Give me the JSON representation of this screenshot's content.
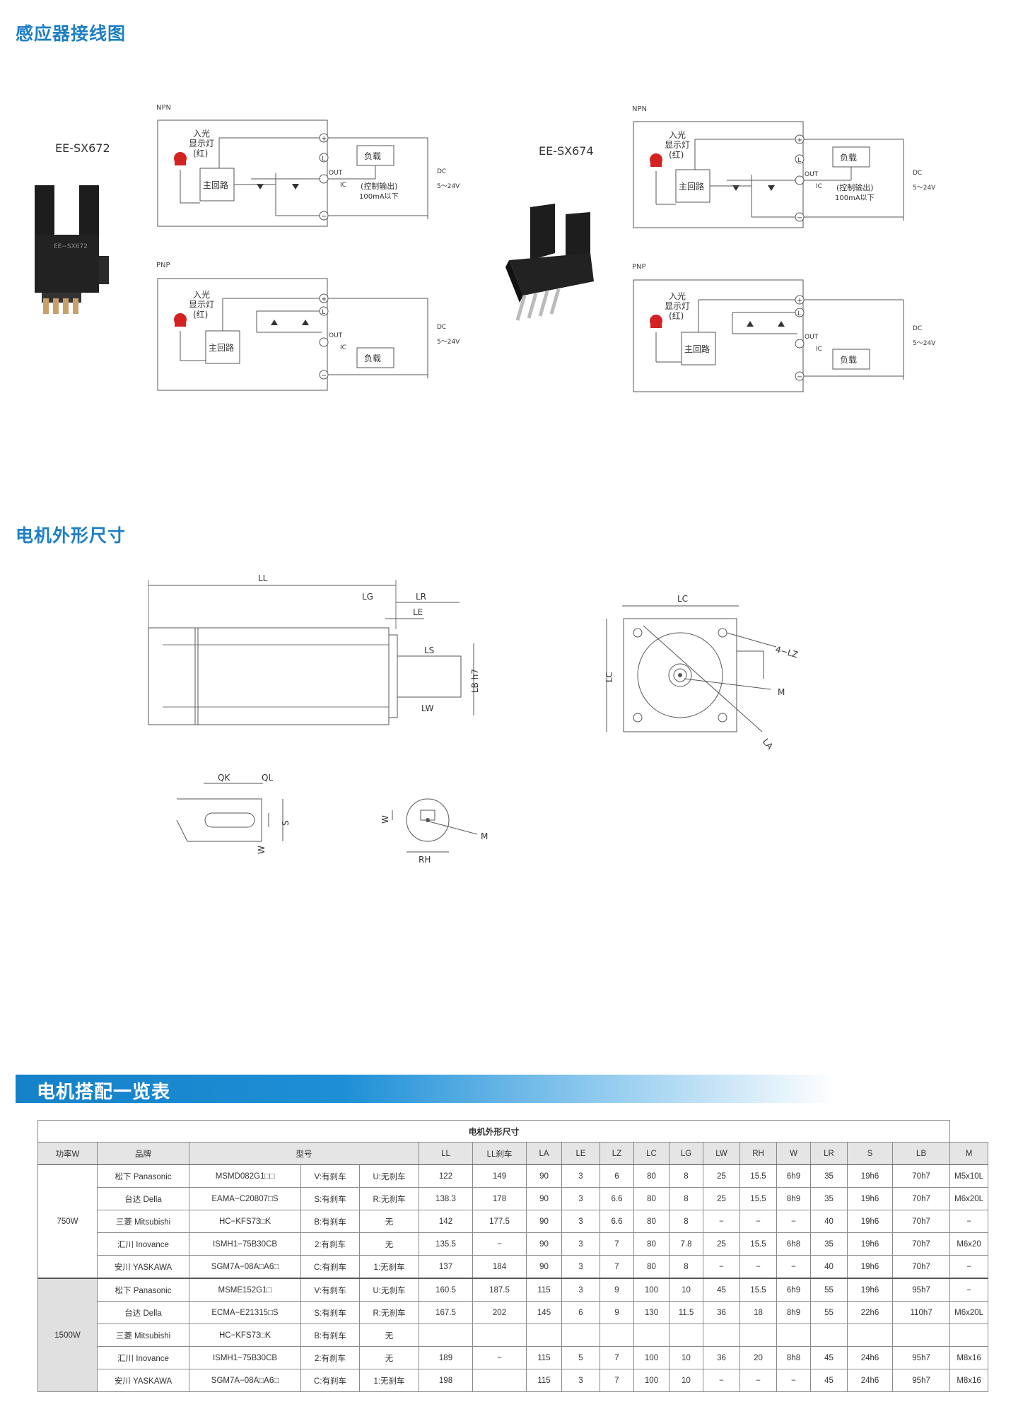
{
  "sections": {
    "sensor_title": "感应器接线图",
    "motor_dim_title": "电机外形尺寸",
    "table_banner": "电机搭配一览表"
  },
  "sensors": {
    "left_model": "EE-SX672",
    "right_model": "EE-SX674",
    "npn": "NPN",
    "pnp": "PNP",
    "light_on": "入光",
    "indicator": "显示灯",
    "red": "(红)",
    "main_circuit": "主回路",
    "load": "负载",
    "out": "OUT",
    "ic": "IC",
    "control_output": "(控制输出)",
    "current_limit": "100mA以下",
    "dc": "DC",
    "voltage": "5～24V",
    "plus": "+",
    "minus": "−",
    "l_mark": "L"
  },
  "dimensions": {
    "LL": "LL",
    "LG": "LG",
    "LR": "LR",
    "LE": "LE",
    "LS": "LS",
    "LW": "LW",
    "LB": "LB h7",
    "LC": "LC",
    "LZ": "4−LZ",
    "M": "M",
    "LA": "LA",
    "QK": "QK",
    "QL": "QL",
    "S": "S",
    "W": "W",
    "RH": "RH"
  },
  "table": {
    "title": "电机外形尺寸",
    "headers": [
      "功率W",
      "品牌",
      "型号",
      "LL",
      "LL刹车",
      "LA",
      "LE",
      "LZ",
      "LC",
      "LG",
      "LW",
      "RH",
      "W",
      "LR",
      "S",
      "LB",
      "M"
    ],
    "groups": [
      {
        "power": "750W",
        "rows": [
          [
            "松下 Panasonic",
            "MSMD082G1□□",
            "V:有刹车",
            "U:无刹车",
            "122",
            "149",
            "90",
            "3",
            "6",
            "80",
            "8",
            "25",
            "15.5",
            "6h9",
            "35",
            "19h6",
            "70h7",
            "M5x10L"
          ],
          [
            "台达 Della",
            "EAMA−C20807□S",
            "S:有刹车",
            "R:无刹车",
            "138.3",
            "178",
            "90",
            "3",
            "6.6",
            "80",
            "8",
            "25",
            "15.5",
            "8h9",
            "35",
            "19h6",
            "70h7",
            "M6x20L"
          ],
          [
            "三菱 Mitsubishi",
            "HC−KFS73□K",
            "B:有刹车",
            "无",
            "142",
            "177.5",
            "90",
            "3",
            "6.6",
            "80",
            "8",
            "−",
            "−",
            "−",
            "40",
            "19h6",
            "70h7",
            "−"
          ],
          [
            "汇川 Inovance",
            "ISMH1−75B30CB",
            "2:有刹车",
            "无",
            "135.5",
            "−",
            "90",
            "3",
            "7",
            "80",
            "7.8",
            "25",
            "15.5",
            "6h8",
            "35",
            "19h6",
            "70h7",
            "M6x20"
          ],
          [
            "安川 YASKAWA",
            "SGM7A−08A□A6□",
            "C:有刹车",
            "1:无刹车",
            "137",
            "184",
            "90",
            "3",
            "7",
            "80",
            "8",
            "−",
            "−",
            "−",
            "40",
            "19h6",
            "70h7",
            "−"
          ]
        ]
      },
      {
        "power": "1500W",
        "rows": [
          [
            "松下 Panasonic",
            "MSME152G1□",
            "V:有刹车",
            "U:无刹车",
            "160.5",
            "187.5",
            "115",
            "3",
            "9",
            "100",
            "10",
            "45",
            "15.5",
            "6h9",
            "55",
            "19h6",
            "95h7",
            "−"
          ],
          [
            "台达 Della",
            "ECMA−E21315□S",
            "S:有刹车",
            "R:无刹车",
            "167.5",
            "202",
            "145",
            "6",
            "9",
            "130",
            "11.5",
            "36",
            "18",
            "8h9",
            "55",
            "22h6",
            "110h7",
            "M6x20L"
          ],
          [
            "三菱 Mitsubishi",
            "HC−KFS73□K",
            "B:有刹车",
            "无",
            "",
            "",
            "",
            "",
            "",
            "",
            "",
            "",
            "",
            "",
            "",
            "",
            "",
            ""
          ],
          [
            "汇川 Inovance",
            "ISMH1−75B30CB",
            "2:有刹车",
            "无",
            "189",
            "−",
            "115",
            "5",
            "7",
            "100",
            "10",
            "36",
            "20",
            "8h8",
            "45",
            "24h6",
            "95h7",
            "M8x16"
          ],
          [
            "安川 YASKAWA",
            "SGM7A−08A□A6□",
            "C:有刹车",
            "1:无刹车",
            "198",
            "",
            "115",
            "3",
            "7",
            "100",
            "10",
            "−",
            "−",
            "−",
            "45",
            "24h6",
            "95h7",
            "M8x16"
          ]
        ]
      }
    ]
  }
}
